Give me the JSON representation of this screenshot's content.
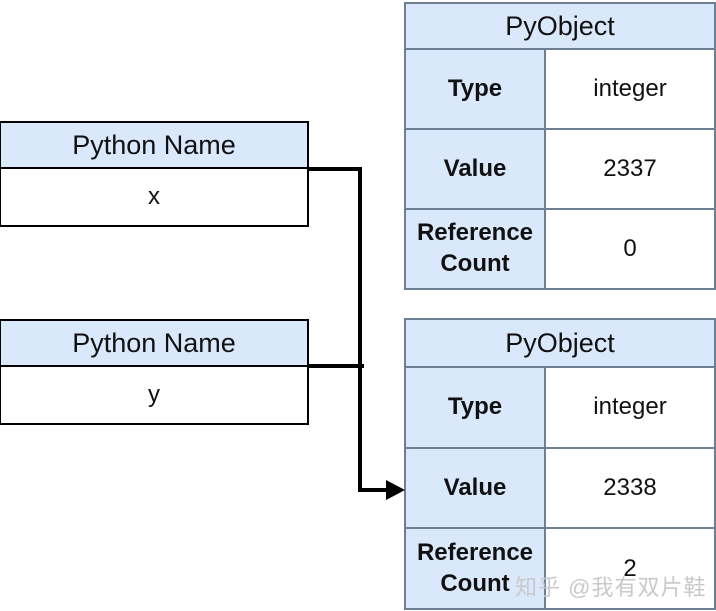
{
  "boxes": [
    {
      "header": "Python Name",
      "value": "x"
    },
    {
      "header": "Python Name",
      "value": "y"
    }
  ],
  "tables": [
    {
      "header": "PyObject",
      "rows": [
        {
          "label": "Type",
          "value": "integer"
        },
        {
          "label": "Value",
          "value": "2337"
        },
        {
          "label": "Reference Count",
          "value": "0"
        }
      ]
    },
    {
      "header": "PyObject",
      "rows": [
        {
          "label": "Type",
          "value": "integer"
        },
        {
          "label": "Value",
          "value": "2338"
        },
        {
          "label": "Reference Count",
          "value": "2"
        }
      ]
    }
  ],
  "watermark": {
    "text": "知乎 @我有双片鞋"
  },
  "colors": {
    "cell_fill": "#dae8fc",
    "table_border": "#6d7f93",
    "box_border": "#000000",
    "connector": "#000000",
    "watermark": "#c9c9c9",
    "text": "#111111"
  }
}
